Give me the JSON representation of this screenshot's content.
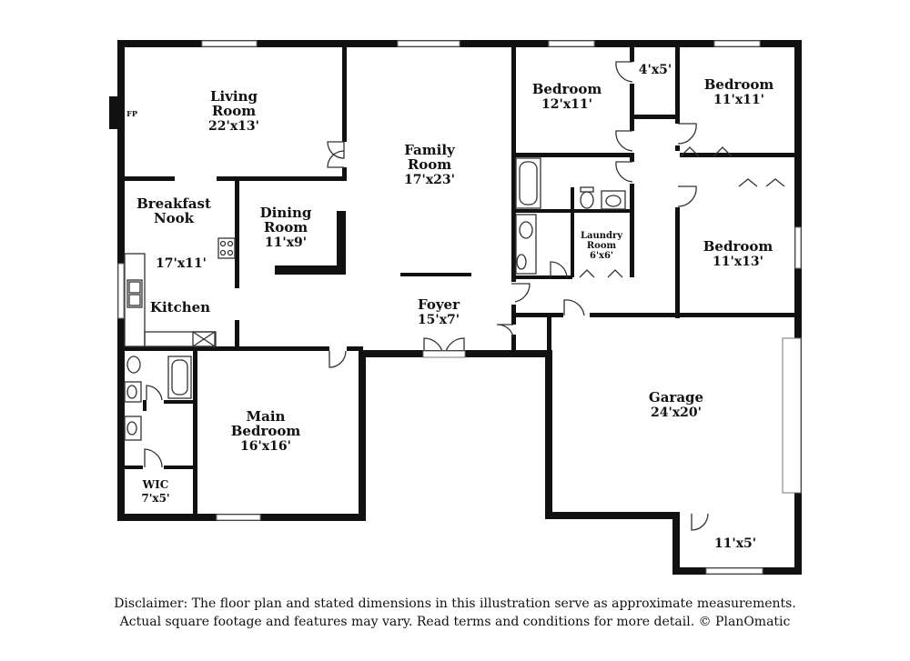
{
  "fireplace_label": "FP",
  "rooms": {
    "living": {
      "name_1": "Living",
      "name_2": "Room",
      "dim": "22'x13'"
    },
    "family": {
      "name_1": "Family",
      "name_2": "Room",
      "dim": "17'x23'"
    },
    "bedroom2": {
      "name": "Bedroom",
      "dim": "12'x11'"
    },
    "closet": {
      "dim": "4'x5'"
    },
    "bedroom3": {
      "name": "Bedroom",
      "dim": "11'x11'"
    },
    "bedroom4": {
      "name": "Bedroom",
      "dim": "11'x13'"
    },
    "breakfast": {
      "name_1": "Breakfast",
      "name_2": "Nook"
    },
    "kitchen": {
      "name": "Kitchen",
      "dim": "17'x11'"
    },
    "dining": {
      "name_1": "Dining",
      "name_2": "Room",
      "dim": "11'x9'"
    },
    "laundry": {
      "name_1": "Laundry",
      "name_2": "Room",
      "dim": "6'x6'"
    },
    "foyer": {
      "name": "Foyer",
      "dim": "15'x7'"
    },
    "main_bedroom": {
      "name_1": "Main",
      "name_2": "Bedroom",
      "dim": "16'x16'"
    },
    "wic": {
      "name": "WIC",
      "dim": "7'x5'"
    },
    "garage": {
      "name": "Garage",
      "dim": "24'x20'"
    },
    "storage": {
      "dim": "11'x5'"
    }
  },
  "disclaimer": {
    "line1": "Disclaimer: The floor plan and stated dimensions in this illustration serve as approximate measurements.",
    "line2": "Actual square footage and features may vary. Read terms and conditions for more detail. © PlanOmatic"
  }
}
